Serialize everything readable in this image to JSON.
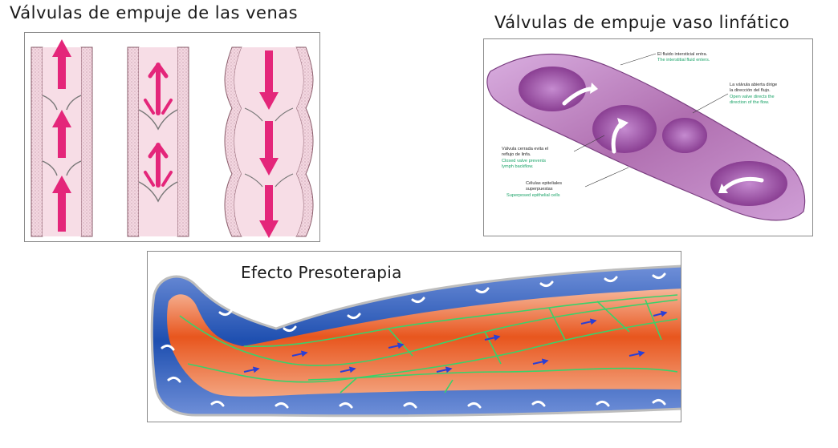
{
  "titles": {
    "veins": "Válvulas de empuje de las venas",
    "lymph": "Válvulas de empuje vaso linfático"
  },
  "lymph_annotations": {
    "interstitial_es": "El fluido intersticial entra.",
    "interstitial_en": "The interstitial fluid enters.",
    "open_es_1": "La válvula abierta dirige",
    "open_es_2": "la dirección del flujo.",
    "open_en_1": "Open valve directs the",
    "open_en_2": "direction of the flow.",
    "closed_es_1": "Válvula cerrada evita el",
    "closed_es_2": "reflujo de linfa.",
    "closed_en_1": "Closed valve prevents",
    "closed_en_2": "lymph backflow.",
    "cells_es_1": "Células epiteliales",
    "cells_es_2": "superpuestas",
    "cells_en": "Superposed epithelial cells"
  },
  "leg_panel": {
    "title": "Efecto Presoterapia"
  },
  "colors": {
    "vein_wall": "#f3c6d6",
    "vein_arrow": "#e4267a",
    "lymph_vessel": "#b06fb0",
    "lymph_annotation_en": "#1aa368",
    "cuff_blue": "#1e4fb0",
    "lymph_lines": "#39d26a",
    "leg_orange": "#e8561e"
  }
}
